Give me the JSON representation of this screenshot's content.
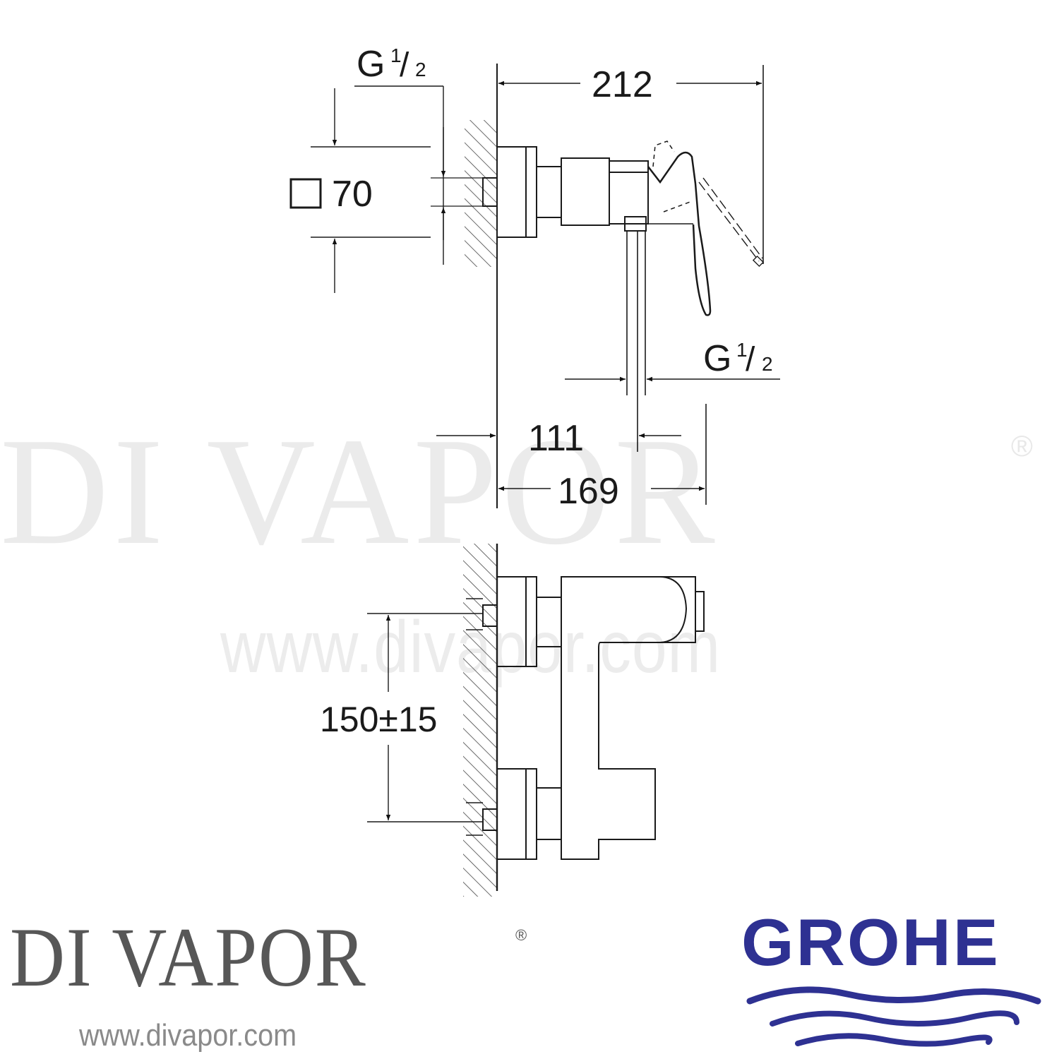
{
  "watermark": {
    "brand": "DI VAPOR",
    "registered": "®",
    "url": "www.divapor.com"
  },
  "drawing": {
    "side_view": {
      "inlet_thread_top": {
        "prefix": "G",
        "num": "1",
        "den": "2"
      },
      "outlet_thread_bottom": {
        "prefix": "G",
        "num": "1",
        "den": "2"
      },
      "square_size_symbol": "□",
      "square_size_value": "70",
      "overall_depth": "212",
      "outlet_offset": "111",
      "body_depth": "169"
    },
    "front_view": {
      "inlet_spacing": "150±15"
    }
  },
  "footer": {
    "divapor_logo": {
      "brand": "DI VAPOR",
      "registered": "®",
      "url": "www.divapor.com"
    },
    "grohe_logo": {
      "wordmark": "GROHE",
      "color": "#2e3192"
    }
  }
}
